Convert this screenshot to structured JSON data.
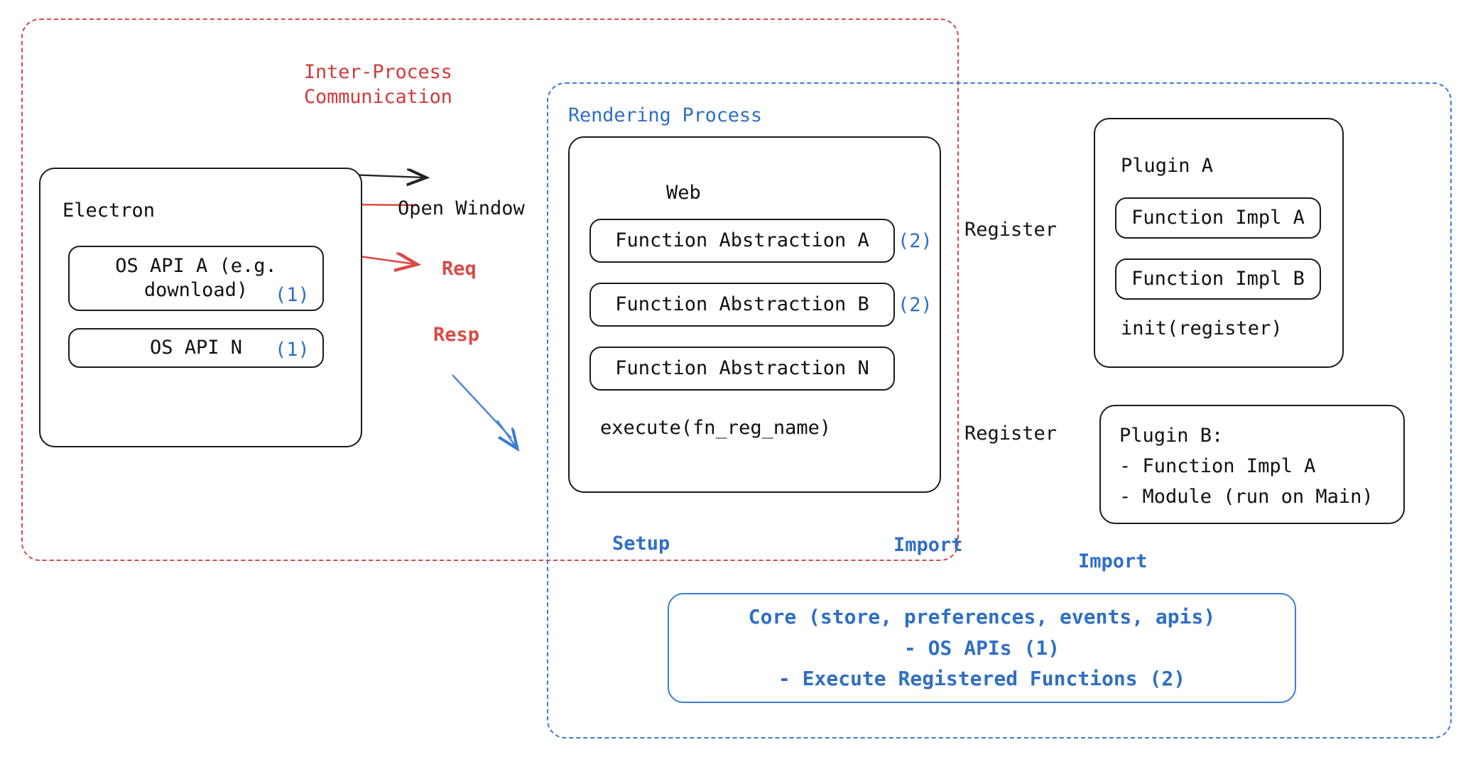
{
  "diagram": {
    "title": "Electron plugin architecture diagram",
    "colors": {
      "ipc_red": "#cf3b3b",
      "rendering_blue": "#2f6fc4",
      "node_black": "#101010",
      "arrow_red": "#d94a46",
      "arrow_blue": "#3a7dd0"
    }
  },
  "groups": {
    "ipc": {
      "label": "Inter-Process\nCommunication"
    },
    "rendering": {
      "label": "Rendering Process"
    }
  },
  "electron": {
    "title": "Electron",
    "apis": [
      {
        "label": "OS API A (e.g.\ndownload)",
        "tag": "(1)"
      },
      {
        "label": "OS API N",
        "tag": "(1)"
      }
    ]
  },
  "web": {
    "title": "Web",
    "abstractions": [
      {
        "label": "Function Abstraction A",
        "tag": "(2)"
      },
      {
        "label": "Function Abstraction B",
        "tag": "(2)"
      },
      {
        "label": "Function Abstraction N",
        "tag": ""
      }
    ],
    "execute": "execute(fn_reg_name)"
  },
  "plugin_a": {
    "title": "Plugin A",
    "impls": [
      {
        "label": "Function Impl A"
      },
      {
        "label": "Function Impl B"
      }
    ],
    "init": "init(register)"
  },
  "plugin_b": {
    "text": "Plugin B:\n- Function Impl A\n- Module (run on Main)"
  },
  "core": {
    "line1": "Core (store, preferences, events, apis)",
    "line2": "- OS APIs (1)",
    "line3": "- Execute Registered Functions (2)"
  },
  "edges": {
    "open_window": "Open Window",
    "req": "Req",
    "resp": "Resp",
    "register_a": "Register",
    "register_b": "Register",
    "setup": "Setup",
    "import_web": "Import",
    "import_plugin_b": "Import"
  }
}
